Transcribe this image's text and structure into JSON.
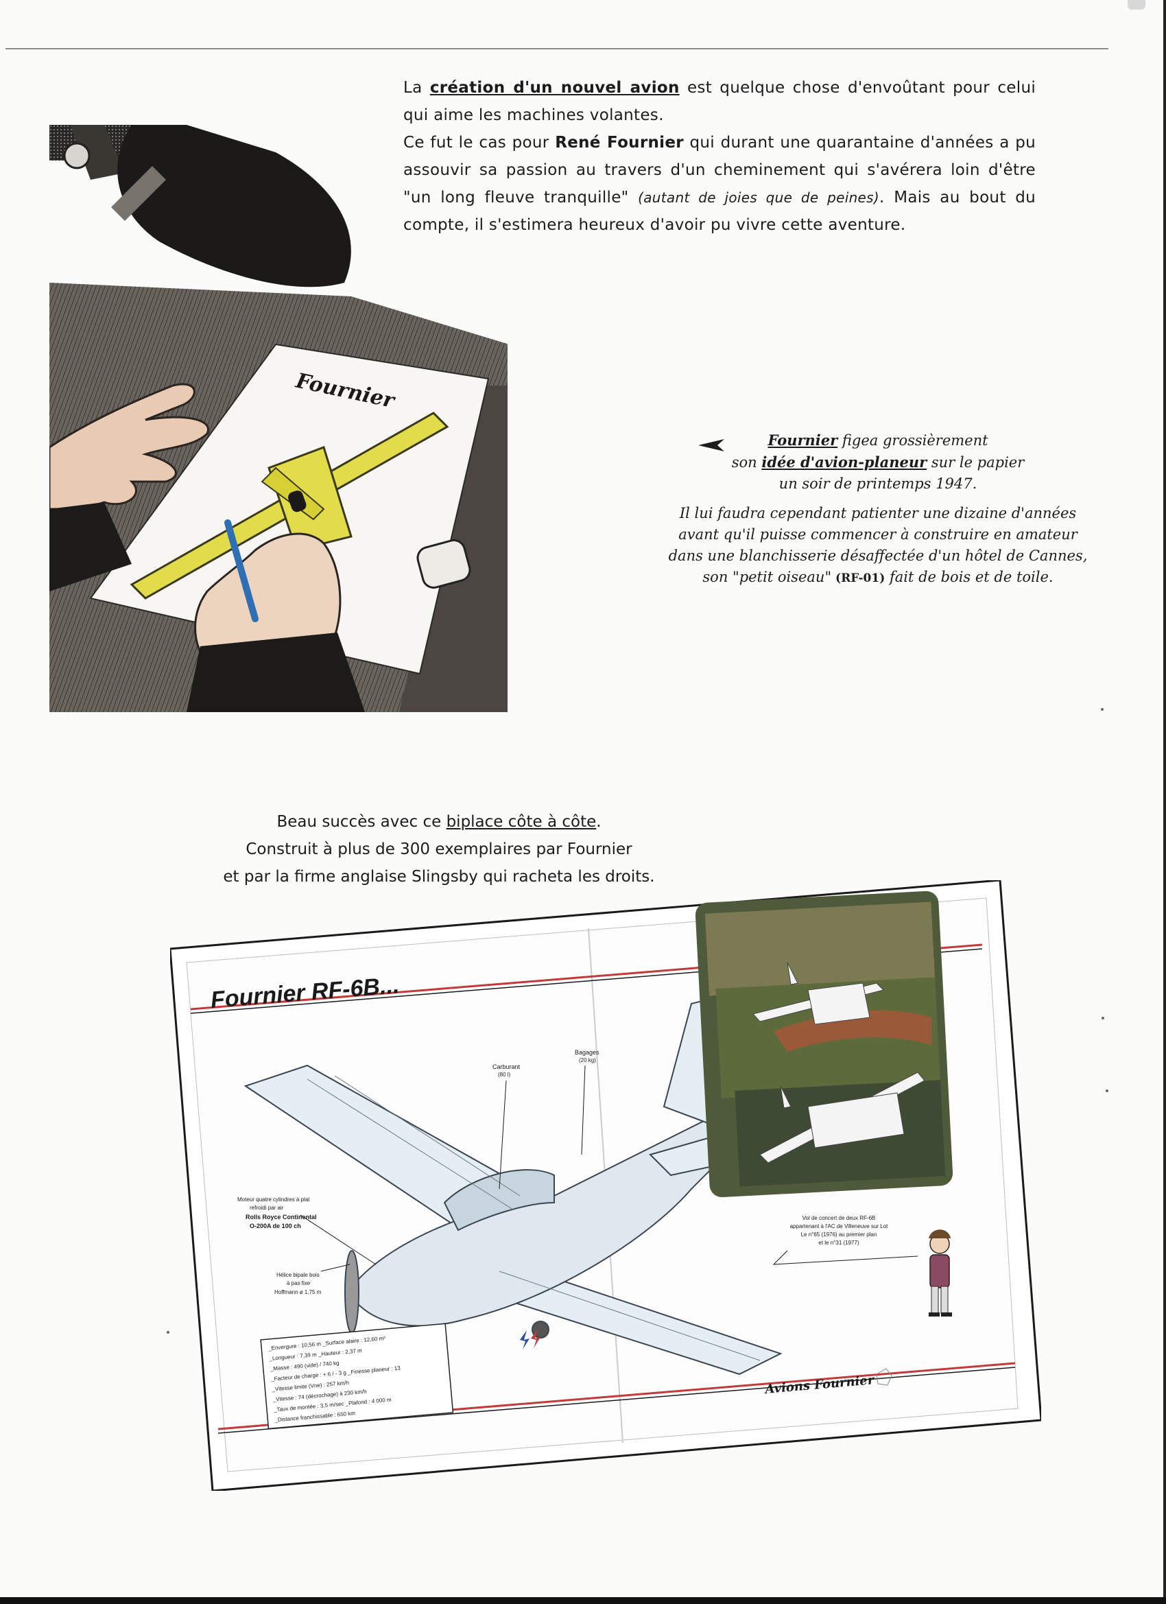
{
  "intro": {
    "p1_a": "La ",
    "p1_link": "création d'un nouvel avion",
    "p1_b": " est quelque chose d'envoûtant pour celui qui aime les machines volantes.",
    "p2_a": "Ce fut le cas pour ",
    "p2_name": "René Fournier",
    "p2_b": " qui durant une quarantaine d'années a pu assouvir sa passion au travers d'un cheminement qui s'avérera loin d'être \"un long fleuve tranquille\" ",
    "p2_aside": "(autant de joies que de peines)",
    "p2_c": ". Mais au bout du compte, il s'estimera heureux d'avoir pu vivre cette aventure."
  },
  "illustration": {
    "sheet_title": "Fournier"
  },
  "caption": {
    "line1_name": "Fournier",
    "line1_rest": " figea grossièrement",
    "line2_a": "son ",
    "line2_link": "idée d'avion-planeur",
    "line2_b": " sur le papier",
    "line3": "un soir de printemps 1947.",
    "para2_a": "Il lui faudra cependant patienter une dizaine d'années avant qu'il puisse commencer à construire en amateur dans une blanchisserie désaffectée d'un hôtel de Cannes, son ",
    "para2_quote": "\"petit oiseau\"",
    "para2_ref": " (RF-01)",
    "para2_b": " fait de bois et de toile."
  },
  "success": {
    "line1_a": "Beau succès avec ce ",
    "line1_link": "biplace côte à côte",
    "line1_b": ".",
    "line2": "Construit à plus de 300 exemplaires par Fournier",
    "line3": "et par la firme anglaise Slingsby qui racheta les droits."
  },
  "poster": {
    "title": "Fournier RF-6B...",
    "label_bagages": "Bagages",
    "label_bagages_2": "(20 kg)",
    "label_carburant": "Carburant",
    "label_carburant_2": "(80 l)",
    "label_moteur_1": "Moteur quatre cylindres à plat",
    "label_moteur_2": "refroidi par air",
    "label_moteur_3": "Rolls Royce Continental",
    "label_moteur_4": "O-200A de 100 ch",
    "label_helice_1": "Hélice bipale bois",
    "label_helice_2": "à pas fixe",
    "label_helice_3": "Hoffmann ø 1,75 m",
    "photo_caption_1": "Vol de concert de deux RF-6B",
    "photo_caption_2": "appartenant à l'AC de Villeneuve sur Lot",
    "photo_caption_3": "Le n°65 (1976) au premier plan",
    "photo_caption_4": "et le n°31 (1977)",
    "specs": [
      "_Envergure : 10,56 m   _Surface alaire : 12,60 m²",
      "_Longueur : 7,39 m   _Hauteur : 2,37 m",
      "_Masse : 490 (vide) / 740 kg",
      "_Facteur de charge : + 6 / - 3 g  _Finesse planeur : 13",
      "_Vitesse limite (Vne) : 257 km/h",
      "_Vitesse : 74 (décrochage) à 230 km/h",
      "_Taux de montée : 3,5 m/sec  _Plafond : 4 000 m",
      "_Distance franchissable : 650 km"
    ],
    "brand": "Avions Fournier"
  },
  "colors": {
    "ink": "#1c1c1c",
    "paper": "#fbfbf9",
    "desk": "#5b5651",
    "plane_yellow": "#e3dc4a",
    "poster_red": "#c23a3a"
  }
}
